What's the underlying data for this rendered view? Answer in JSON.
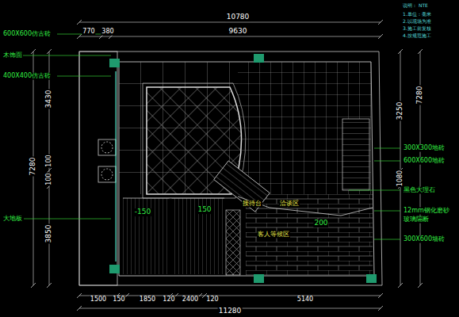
{
  "diagram": {
    "labels": [
      "10780",
      "770",
      "380",
      "9630",
      "600X600仿古砖",
      "木饰面",
      "400X400仿古砖",
      "7280",
      "3430",
      "100",
      "100",
      "3850",
      "大地板",
      "说明： NTE",
      "1.单位：毫米",
      "2.以现场为准",
      "3.施工前复核",
      "4.按规范施工",
      "300X300地砖",
      "3250",
      "7280",
      "1080",
      "600X600地砖",
      "黑色大理石",
      "12mm钢化磨砂",
      "玻璃隔断",
      "300X600墙砖",
      "-150",
      "150",
      "200",
      "客人等候区",
      "接待台",
      "洽谈区",
      "1500",
      "150",
      "1850",
      "120",
      "2400",
      "120",
      "5140",
      "11280"
    ]
  }
}
